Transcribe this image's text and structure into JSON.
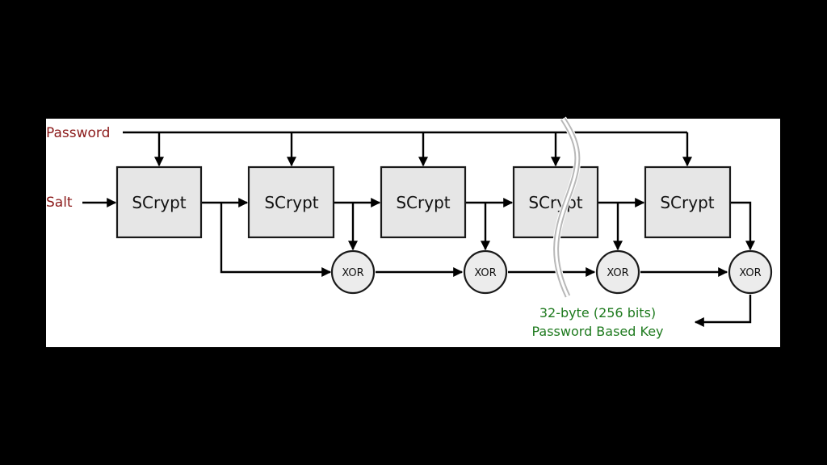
{
  "diagram": {
    "inputs": {
      "password": "Password",
      "salt": "Salt"
    },
    "blocks": [
      "SCrypt",
      "SCrypt",
      "SCrypt",
      "SCrypt",
      "SCrypt"
    ],
    "xors": [
      "XOR",
      "XOR",
      "XOR",
      "XOR"
    ],
    "output": {
      "line1": "32-byte (256 bits)",
      "line2": "Password Based Key"
    }
  },
  "colors": {
    "input_label": "#8b1a1a",
    "output_label": "#1e7a1e",
    "block_fill": "#e6e6e6",
    "panel": "#ffffff",
    "backdrop": "#000000"
  }
}
